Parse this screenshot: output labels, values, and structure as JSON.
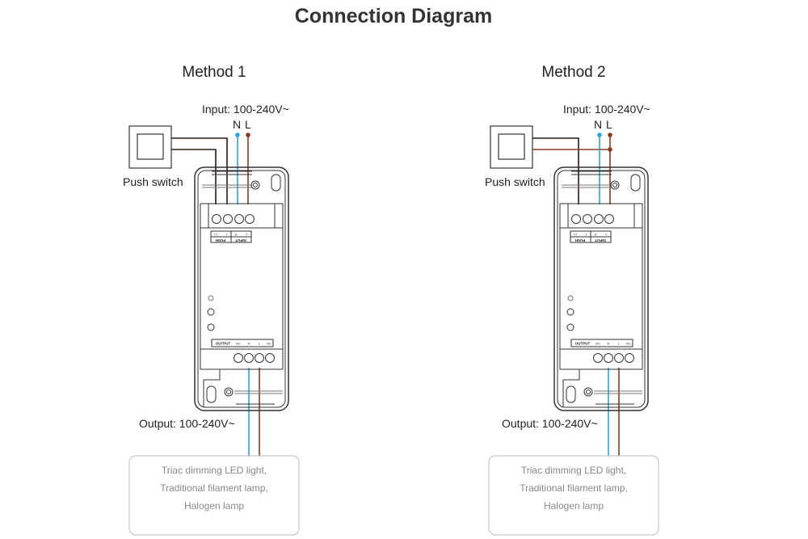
{
  "title": "Connection Diagram",
  "methods": [
    {
      "name": "Method 1",
      "input_label": "Input: 100-240V~",
      "n_label": "N",
      "l_label": "L",
      "switch_label": "Push switch",
      "output_label": "Output: 100-240V~",
      "lamp_lines": [
        "Triac dimming LED light,",
        "Traditional filament lamp,",
        "Halogen lamp"
      ]
    },
    {
      "name": "Method 2",
      "input_label": "Input: 100-240V~",
      "n_label": "N",
      "l_label": "L",
      "switch_label": "Push switch",
      "output_label": "Output: 100-240V~",
      "lamp_lines": [
        "Triac dimming LED light,",
        "Traditional filament lamp,",
        "Halogen lamp"
      ]
    }
  ],
  "device": {
    "input_terminals": [
      "L1",
      "L",
      "N",
      "L"
    ],
    "input_groups": [
      "PUSH",
      "INPUT"
    ],
    "output_header": "OUTPUT",
    "output_terminals": [
      "NC",
      "N",
      "L",
      "NC"
    ]
  },
  "colors": {
    "neutral_wire": "#2aa3dc",
    "live_wire": "#8b3a22",
    "switch_wire": "#2a1a14",
    "outline": "#333333"
  }
}
